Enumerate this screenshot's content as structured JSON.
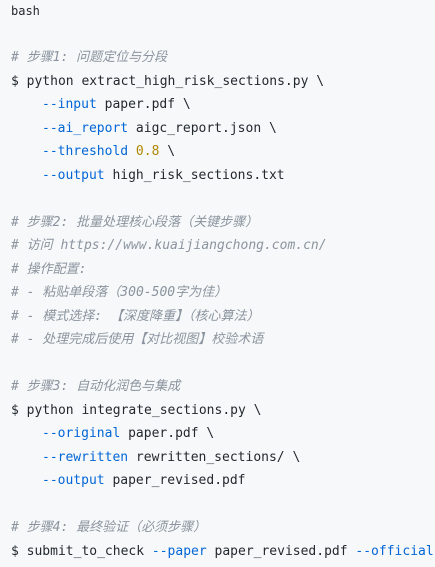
{
  "language_label": "bash",
  "lines": [
    {
      "type": "comment",
      "text": "# 步骤1: 问题定位与分段"
    },
    {
      "type": "cmd",
      "prompt": "$ ",
      "text": "python extract_high_risk_sections.py \\"
    },
    {
      "type": "arg",
      "flag": "--input",
      "value": " paper.pdf \\"
    },
    {
      "type": "arg",
      "flag": "--ai_report",
      "value": " aigc_report.json \\"
    },
    {
      "type": "arg_num",
      "flag": "--threshold",
      "number": " 0.8",
      "value": " \\"
    },
    {
      "type": "arg",
      "flag": "--output",
      "value": " high_risk_sections.txt"
    },
    {
      "type": "blank"
    },
    {
      "type": "comment",
      "text": "# 步骤2: 批量处理核心段落（关键步骤）"
    },
    {
      "type": "comment",
      "text": "# 访问 https://www.kuaijiangchong.com.cn/"
    },
    {
      "type": "comment",
      "text": "# 操作配置:"
    },
    {
      "type": "comment",
      "text": "# - 粘贴单段落（300-500字为佳）"
    },
    {
      "type": "comment",
      "text": "# - 模式选择: 【深度降重】（核心算法）"
    },
    {
      "type": "comment",
      "text": "# - 处理完成后使用【对比视图】校验术语"
    },
    {
      "type": "blank"
    },
    {
      "type": "comment",
      "text": "# 步骤3: 自动化润色与集成"
    },
    {
      "type": "cmd",
      "prompt": "$ ",
      "text": "python integrate_sections.py \\"
    },
    {
      "type": "arg",
      "flag": "--original",
      "value": " paper.pdf \\"
    },
    {
      "type": "arg",
      "flag": "--rewritten",
      "value": " rewritten_sections/ \\"
    },
    {
      "type": "arg",
      "flag": "--output",
      "value": " paper_revised.pdf"
    },
    {
      "type": "blank"
    },
    {
      "type": "comment",
      "text": "# 步骤4: 最终验证（必须步骤）"
    },
    {
      "type": "cmd_flags",
      "prompt": "$ ",
      "text": "submit_to_check ",
      "flag1": "--paper",
      "mid": " paper_revised.pdf ",
      "flag2": "--official"
    }
  ]
}
